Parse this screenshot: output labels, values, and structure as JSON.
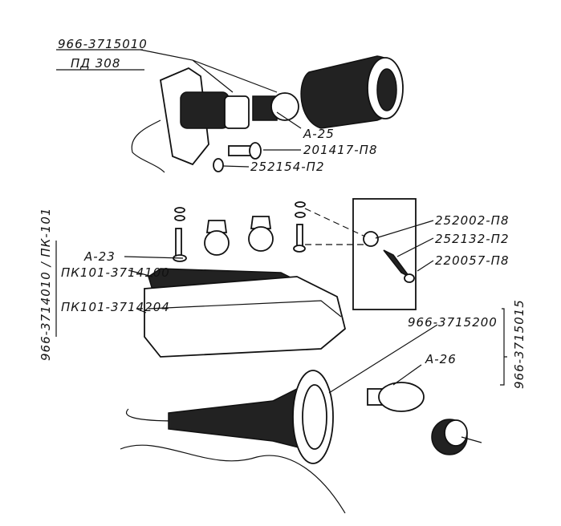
{
  "labels": {
    "lamp_assembly": "966-3715010",
    "lamp_assembly_sub": "ПД 308",
    "bulb_a25": "А-25",
    "screw_201417": "201417-П8",
    "washer_252154": "252154-П2",
    "washer_252002": "252002-П8",
    "washer_252132": "252132-П2",
    "screw_220057": "220057-П8",
    "bulb_a23": "А-23",
    "lens_pk101": "ПК101-3714100",
    "housing_pk101": "ПК101-3714204",
    "group_left": "966-3714010 / ПК-101",
    "portable_lamp": "966-3715200",
    "bulb_a26": "А-26",
    "group_right": "966-3715015"
  }
}
